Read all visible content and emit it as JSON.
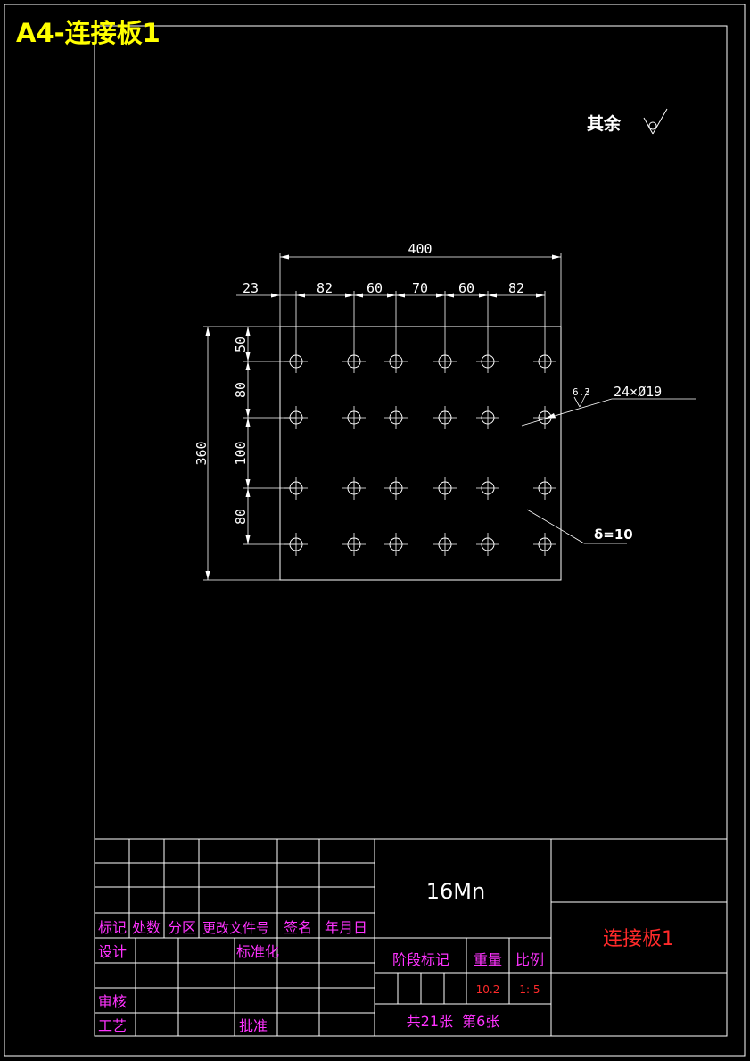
{
  "sheet_label": "A4-连接板1",
  "roughness": {
    "label": "其余"
  },
  "dims": {
    "width_total": "400",
    "cols": [
      "23",
      "82",
      "60",
      "70",
      "60",
      "82"
    ],
    "height_total": "360",
    "rows": [
      "50",
      "80",
      "100",
      "80"
    ],
    "hole_callout": "24×Ø19",
    "hole_roughness": "6.3",
    "thickness": "δ=10"
  },
  "title_block": {
    "rev_headers": [
      "标记",
      "处数",
      "分区",
      "更改文件号",
      "签名",
      "年月日"
    ],
    "design": "设计",
    "standardization": "标准化",
    "review": "审核",
    "process": "工艺",
    "approve": "批准",
    "material": "16Mn",
    "part_name": "连接板1",
    "stage_mark": "阶段标记",
    "weight_label": "重量",
    "scale_label": "比例",
    "weight": "10.2",
    "scale": "1: 5",
    "sheets": "共21张  第6张"
  },
  "colors": {
    "line": "#ffffff",
    "label": "#ff33ff",
    "accent": "#ff2a2a",
    "title": "#ffff00"
  }
}
